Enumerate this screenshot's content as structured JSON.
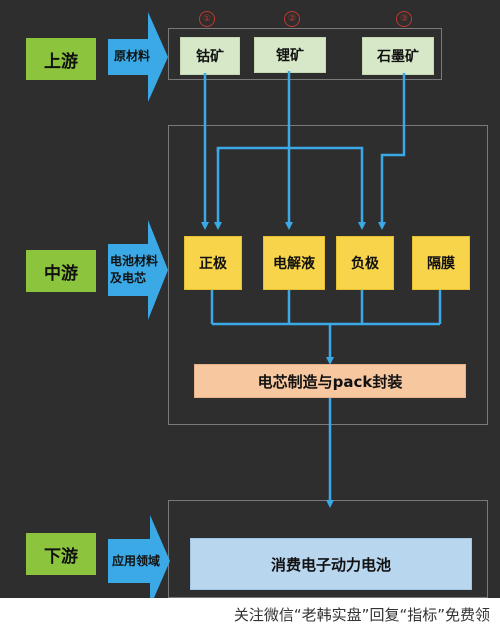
{
  "stages": {
    "upstream": {
      "label": "上游",
      "desc": "原材料"
    },
    "midstream": {
      "label": "中游",
      "desc_line1": "电池材料",
      "desc_line2": "及电芯"
    },
    "downstream": {
      "label": "下游",
      "desc": "应用领域"
    }
  },
  "raw_materials": [
    {
      "label": "钴矿",
      "marker": "①"
    },
    {
      "label": "锂矿",
      "marker": "②"
    },
    {
      "label": "石墨矿",
      "marker": "③"
    }
  ],
  "components": [
    "正极",
    "电解液",
    "负极",
    "隔膜"
  ],
  "manufacturing": "电芯制造与pack封装",
  "application": "消费电子动力电池",
  "footer": "关注微信“老韩实盘”回复“指标”免费领",
  "colors": {
    "stage_green": "#8cc43e",
    "arrow_blue": "#3aa9e6",
    "node_green": "#d6e8c8",
    "node_yellow": "#f7d44a",
    "node_peach": "#f7c7a0",
    "node_blue": "#b9d6ef"
  }
}
